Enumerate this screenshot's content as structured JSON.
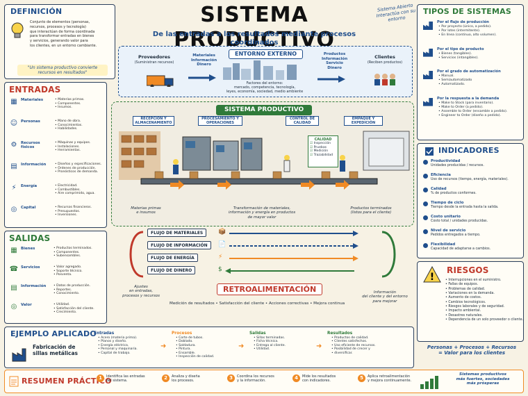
{
  "title": "SISTEMA PRODUCTIVO",
  "subtitle": "De las entradas a los resultados mediante procesos coordinados",
  "side_note": "Sistema Abierto Interactúa con su entorno",
  "definicion": {
    "heading": "DEFINICIÓN",
    "text": [
      "Conjunto de elementos (personas,",
      "recursos, procesos y tecnología)",
      "que interactúan de forma coordinada",
      "para transformar entradas en bienes",
      "y servicios, generando valor para",
      "los clientes, en un entorno cambiante."
    ],
    "quote": [
      "\"Un sistema productivo convierte",
      "recursos en resultados\""
    ]
  },
  "entradas": {
    "heading": "ENTRADAS",
    "items": [
      {
        "label": "Materiales",
        "desc": [
          "Materias primas.",
          "Componentes.",
          "Insumos."
        ]
      },
      {
        "label": "Personas",
        "desc": [
          "Mano de obra.",
          "Conocimientos.",
          "Habilidades."
        ]
      },
      {
        "label": "Recursos físicos",
        "desc": [
          "Máquinas y equipos.",
          "Instalaciones.",
          "Herramientas."
        ]
      },
      {
        "label": "Información",
        "desc": [
          "Diseños y especificaciones.",
          "Órdenes de producción.",
          "Pronósticos de demanda."
        ]
      },
      {
        "label": "Energía",
        "desc": [
          "Electricidad.",
          "Combustibles.",
          "Aire comprimido, agua."
        ]
      },
      {
        "label": "Capital",
        "desc": [
          "Recursos financieros.",
          "Presupuestos.",
          "Inversiones."
        ]
      }
    ]
  },
  "salidas": {
    "heading": "SALIDAS",
    "items": [
      {
        "label": "Bienes",
        "desc": [
          "Productos terminados.",
          "Componentes.",
          "Subensambles."
        ]
      },
      {
        "label": "Servicios",
        "desc": [
          "Valor agregado.",
          "Soporte técnico.",
          "Posventa."
        ]
      },
      {
        "label": "Información",
        "desc": [
          "Datos de producción.",
          "Reportes.",
          "Conocimiento."
        ]
      },
      {
        "label": "Valor",
        "desc": [
          "Utilidad.",
          "Satisfacción del cliente.",
          "Crecimiento."
        ]
      }
    ]
  },
  "entorno": {
    "heading": "ENTORNO EXTERNO",
    "proveedores": "Proveedores",
    "proveedores_sub": "(Suministran recursos)",
    "mid_left": [
      "Materiales",
      "Información",
      "Dinero"
    ],
    "mid_right": [
      "Productos",
      "Información",
      "Servicio",
      "Dinero"
    ],
    "clientes": "Clientes",
    "clientes_sub": "(Reciben productos)",
    "factores": [
      "Factores del entorno:",
      "mercado, competencia, tecnología,",
      "leyes, economía, sociedad, medio ambiente"
    ]
  },
  "sistema": {
    "heading": "SISTEMA PRODUCTIVO",
    "stages": [
      "RECEPCIÓN Y ALMACENAMIENTO",
      "PROCESAMIENTO Y OPERACIONES",
      "CONTROL DE CALIDAD",
      "EMPAQUE Y EXPEDICIÓN"
    ],
    "calidad": {
      "title": "CALIDAD",
      "items": [
        "Inspección",
        "Pruebas",
        "Medición",
        "Trazabilidad"
      ]
    },
    "left_note": [
      "Materias primas",
      "e insumos"
    ],
    "mid_note": [
      "Transformación de materiales,",
      "información y energía en productos",
      "de mayor valor"
    ],
    "right_note": [
      "Productos terminados",
      "(listos para el cliente)"
    ]
  },
  "flujos": [
    "FLUJO DE MATERIALES",
    "FLUJO DE INFORMACIÓN",
    "FLUJO DE ENERGÍA",
    "FLUJO DE DINERO"
  ],
  "retro": {
    "heading": "RETROALIMENTACIÓN",
    "left": [
      "Ajustes",
      "en entradas,",
      "procesos y recursos"
    ],
    "items": "Medición de resultados  •  Satisfacción del cliente  •  Acciones correctivas  •  Mejora continua",
    "right": [
      "Información",
      "del cliente y del entorno",
      "para mejorar"
    ]
  },
  "tipos": {
    "heading": "TIPOS DE SISTEMAS",
    "groups": [
      {
        "title": "Por el flujo de producción",
        "items": [
          "Por proyecto (único, a pedido).",
          "Por lotes (intermitente).",
          "En línea (continuo, alto volumen)."
        ]
      },
      {
        "title": "Por el tipo de producto",
        "items": [
          "Bienes (tangibles).",
          "Servicios (intangibles)."
        ]
      },
      {
        "title": "Por el grado de automatización",
        "items": [
          "Manual.",
          "Semiautomatizado",
          "Automatizado."
        ]
      },
      {
        "title": "Por la respuesta a la demanda",
        "items": [
          "Make to Stock (para inventario).",
          "Make to Order (a pedido).",
          "Assemble to Order (ensamble a pedido).",
          "Engineer to Order (diseño a pedido)."
        ]
      }
    ]
  },
  "indicadores": {
    "heading": "INDICADORES",
    "items": [
      {
        "title": "Productividad",
        "desc": "Unidades producidas / recursos."
      },
      {
        "title": "Eficiencia",
        "desc": "Uso de recursos (tiempo, energía, materiales)."
      },
      {
        "title": "Calidad",
        "desc": "% de productos conformes."
      },
      {
        "title": "Tiempo de ciclo",
        "desc": "Tiempo desde la entrada hasta la salida."
      },
      {
        "title": "Costo unitario",
        "desc": "Costo total / unidades producidas."
      },
      {
        "title": "Nivel de servicio",
        "desc": "Pedidos entregados a tiempo."
      },
      {
        "title": "Flexibilidad",
        "desc": "Capacidad de adaptarse a cambios."
      }
    ]
  },
  "riesgos": {
    "heading": "RIESGOS",
    "items": [
      "Interrupciones en el suministro.",
      "Fallas de equipos.",
      "Problemas de calidad.",
      "Variaciones en la demanda.",
      "Aumento de costos.",
      "Cambios tecnológicos.",
      "Riesgos laborales y de seguridad.",
      "Impacto ambiental.",
      "Desastres naturales.",
      "Dependencia de un solo proveedor o cliente."
    ]
  },
  "ejemplo": {
    "heading": "EJEMPLO APLICADO",
    "title": [
      "Fabricación de",
      "sillas metálicas"
    ],
    "cols": [
      {
        "title": "Entradas",
        "items": [
          "Acero (materia prima).",
          "Planos y diseño.",
          "Energía eléctrica.",
          "Personal y maquinaria.",
          "Capital de trabajo."
        ]
      },
      {
        "title": "Procesos",
        "items": [
          "Corte de tubos.",
          "Doblado.",
          "Soldadura.",
          "Pintura.",
          "Ensamble.",
          "Inspección de calidad."
        ]
      },
      {
        "title": "Salidas",
        "items": [
          "Sillas terminadas.",
          "Ficha técnica.",
          "Entrega al cliente.",
          "Utilidad."
        ]
      },
      {
        "title": "Resultados",
        "items": [
          "Productos de calidad.",
          "Clientes satisfechos.",
          "Uso eficiente de recursos.",
          "Posibilidad de crecer y",
          "diversificar."
        ]
      }
    ]
  },
  "formula": [
    "Personas + Procesos + Recursos",
    "= Valor para los clientes"
  ],
  "resumen": {
    "heading": "RESUMEN PRÁCTICO",
    "steps": [
      {
        "n": "1",
        "text": [
          "Identifica las entradas",
          "del sistema."
        ]
      },
      {
        "n": "2",
        "text": [
          "Analiza y diseña",
          "los procesos."
        ]
      },
      {
        "n": "3",
        "text": [
          "Coordina los recursos",
          "y la información."
        ]
      },
      {
        "n": "4",
        "text": [
          "Mide los resultados",
          "con indicadores."
        ]
      },
      {
        "n": "5",
        "text": [
          "Aplica retroalimentación",
          "y mejora continuamente."
        ]
      }
    ],
    "closing": [
      "Sistemas productivos",
      "más fuertes, sociedades",
      "más prósperas"
    ]
  },
  "colors": {
    "navy": "#1f4e8c",
    "red": "#c0392b",
    "green": "#2f7a3a",
    "orange": "#f08a24",
    "paper": "#f7f2e4"
  }
}
